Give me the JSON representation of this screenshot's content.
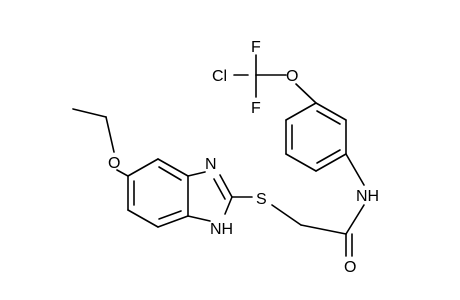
{
  "molecule": {
    "atom_labels": {
      "cl": "Cl",
      "f_top": "F",
      "f_bottom": "F",
      "o_aryl": "O",
      "nh_amide": "NH",
      "o_carbonyl": "O",
      "s": "S",
      "n_imidazole": "N",
      "nh_imidazole": "NH",
      "o_ethoxy": "O"
    }
  },
  "colors": {
    "bond": "#000000",
    "text": "#000000",
    "background": "#ffffff"
  }
}
